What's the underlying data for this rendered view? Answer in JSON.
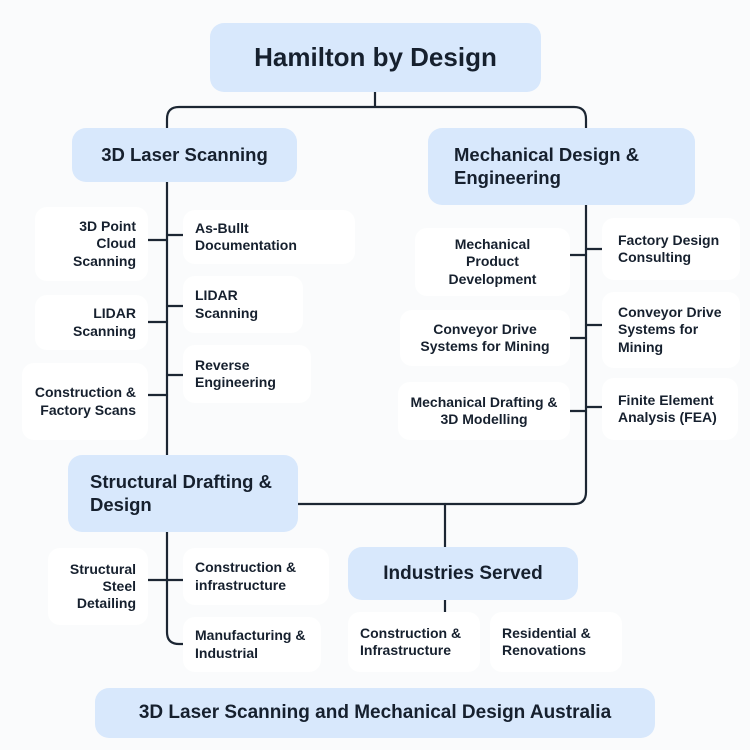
{
  "title": "Hamilton by Design",
  "footer": "3D Laser Scanning and Mechanical Design Australia",
  "colors": {
    "accent_box": "#d8e8fc",
    "card_box": "#ffffff",
    "text": "#16202e",
    "line": "#1c2633",
    "background": "#fafbfc"
  },
  "branches": {
    "laser": {
      "label": "3D Laser Scanning",
      "left_items": [
        "3D Point Cloud Scanning",
        "LIDAR Scanning",
        "Construction & Factory Scans"
      ],
      "right_items": [
        "As-Bullt Documentation",
        "LIDAR Scanning",
        "Reverse Engineering"
      ]
    },
    "mechanical": {
      "label": "Mechanical Design & Engineering",
      "left_items": [
        "Mechanical Product Development",
        "Conveyor Drive Systems for Mining",
        "Mechanical Drafting & 3D Modelling"
      ],
      "right_items": [
        "Factory Design Consulting",
        "Conveyor Drive Systems for Mining",
        "Finite Element Analysis (FEA)"
      ]
    },
    "structural": {
      "label": "Structural Drafting & Design",
      "left_items": [
        "Structural Steel Detailing"
      ],
      "right_items": [
        "Construction & infrastructure",
        "Manufacturing & Industrial"
      ]
    },
    "industries": {
      "label": "Industries Served",
      "items": [
        "Construction & Infrastructure",
        "Residential & Renovations"
      ]
    }
  }
}
